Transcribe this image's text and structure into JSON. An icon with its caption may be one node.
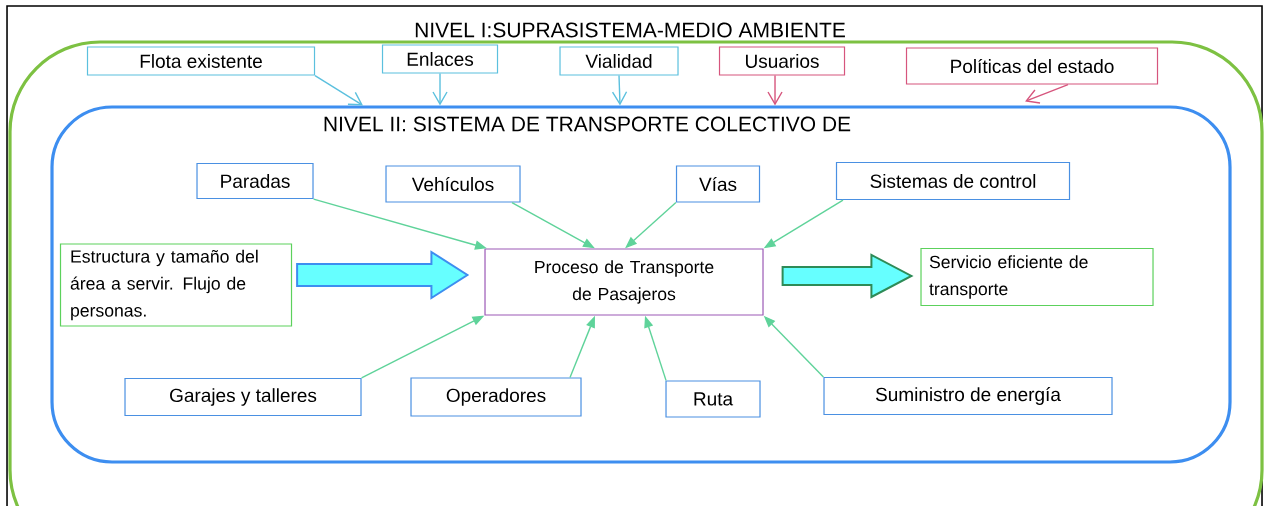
{
  "diagram": {
    "nodes": [
      {
        "text": [
          "NIVEL I:SUPRASISTEMA-MEDIO AMBIENTE"
        ]
      },
      {
        "text": [
          "Flota existente"
        ],
        "in": 0
      },
      {
        "text": [
          "Enlaces"
        ],
        "in": 0
      },
      {
        "text": [
          "Vialidad"
        ],
        "in": 0
      },
      {
        "text": [
          "Usuarios"
        ],
        "in": 0
      },
      {
        "text": [
          "Políticas del estado"
        ],
        "in": 0
      },
      {
        "text": [
          "NIVEL II: SISTEMA DE TRANSPORTE COLECTIVO DE"
        ],
        "in": 0
      },
      {
        "text": [
          "Paradas"
        ],
        "in": 6
      },
      {
        "text": [
          "Vehículos"
        ],
        "in": 6
      },
      {
        "text": [
          "Vías"
        ],
        "in": 6
      },
      {
        "text": [
          "Sistemas de control"
        ],
        "in": 6
      },
      {
        "text": [
          "Estructura y tamaño del área a servir. Flujo de personas."
        ],
        "in": 6
      },
      {
        "text": [
          "Proceso de Transporte de Pasajeros"
        ],
        "in": 6
      },
      {
        "text": [
          "Servicio eficiente de transporte"
        ],
        "in": 6
      },
      {
        "text": [
          "Garajes y talleres"
        ],
        "in": 6
      },
      {
        "text": [
          "Operadores"
        ],
        "in": 6
      },
      {
        "text": [
          "Ruta"
        ],
        "in": 6
      },
      {
        "text": [
          "Suministro de energía"
        ],
        "in": 6
      }
    ],
    "edges": [
      {
        "from": 1,
        "to": 6,
        "arrow": "to",
        "color": "#5bc0de"
      },
      {
        "from": 2,
        "to": 6,
        "arrow": "to",
        "color": "#5bc0de"
      },
      {
        "from": 3,
        "to": 6,
        "arrow": "to",
        "color": "#5bc0de"
      },
      {
        "from": 4,
        "to": 6,
        "arrow": "to",
        "color": "#d6557d"
      },
      {
        "from": 5,
        "to": 6,
        "arrow": "to",
        "color": "#d6557d"
      },
      {
        "from": 7,
        "to": 12,
        "arrow": "to"
      },
      {
        "from": 8,
        "to": 12,
        "arrow": "to"
      },
      {
        "from": 9,
        "to": 12,
        "arrow": "to"
      },
      {
        "from": 10,
        "to": 12,
        "arrow": "to"
      },
      {
        "from": 11,
        "to": 12,
        "arrow": "to",
        "style": "thick",
        "color": "#66ffff"
      },
      {
        "from": 12,
        "to": 13,
        "arrow": "to",
        "style": "thick",
        "color": "#66ffff"
      },
      {
        "from": 14,
        "to": 12,
        "arrow": "to"
      },
      {
        "from": 15,
        "to": 12,
        "arrow": "to"
      },
      {
        "from": 16,
        "to": 12,
        "arrow": "to"
      },
      {
        "from": 17,
        "to": 12,
        "arrow": "to"
      }
    ]
  }
}
